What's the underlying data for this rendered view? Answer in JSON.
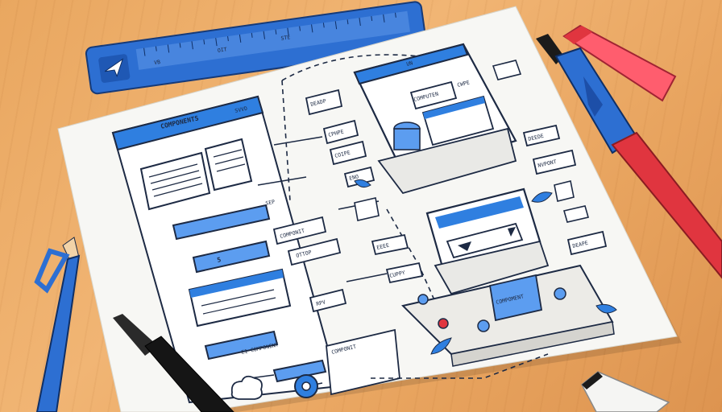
{
  "ruler": {
    "marks": [
      "VB",
      "OIT",
      "STE"
    ],
    "icon": "paper-plane-icon"
  },
  "drawing": {
    "left_panel_title": "COMPONENTS",
    "left_panel_tag": "SVVD",
    "left_panel_labels": [
      "SEP",
      "5",
      "COMPONIT",
      "OTTOP",
      "RPV",
      "E1 COMPONENT",
      "COMPONIT"
    ],
    "flow_labels": [
      "DEADP",
      "CPHPE",
      "COIPE",
      "ENO",
      "UN"
    ],
    "top_device_labels": [
      "COMPUTEN",
      "CWPE"
    ],
    "right_labels": [
      "DEEDE",
      "NVPONT",
      "EEEE",
      "CUPPY",
      "DEAPE"
    ],
    "box_label": "COMPOMENT"
  },
  "colors": {
    "accent": "#2f7fe0",
    "outline": "#1d2a44",
    "paper": "#f7f7f4",
    "desk": "#eca868",
    "marker_red": "#e0353f"
  }
}
